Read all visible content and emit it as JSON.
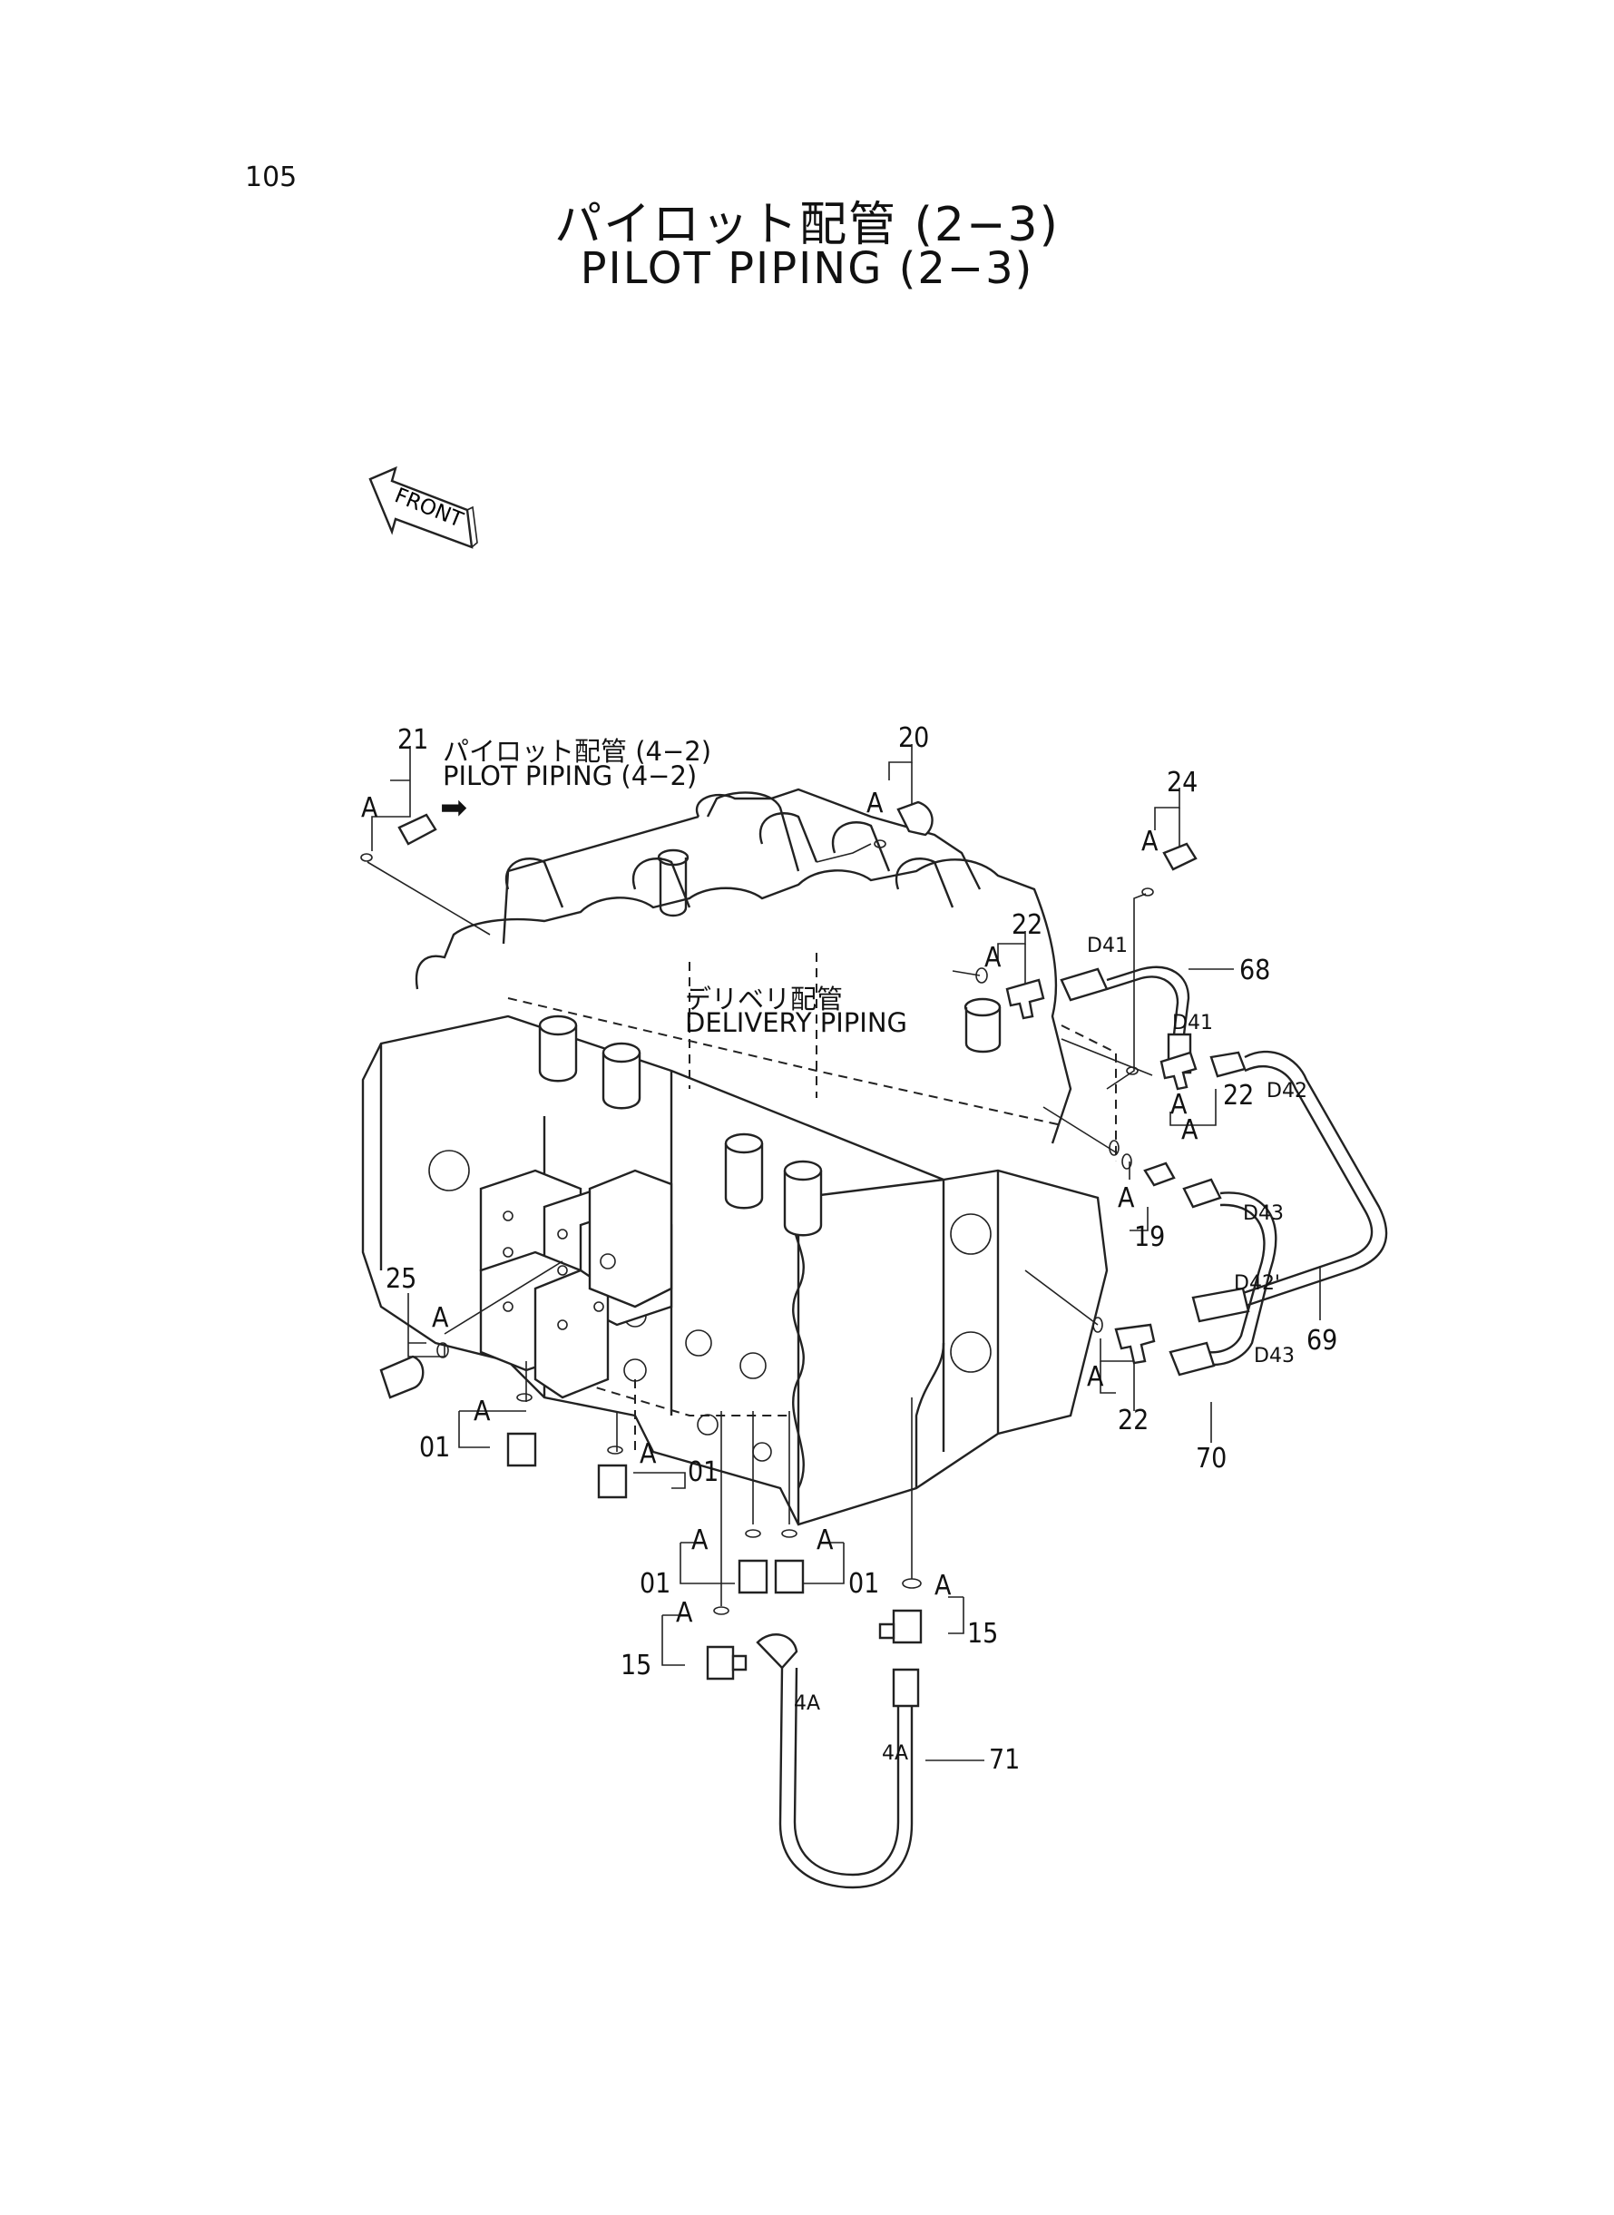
{
  "page_number": "105",
  "title_jp": "パイロット配管 (2−3)",
  "title_en": "PILOT PIPING (2−3)",
  "front_label": "FRONT",
  "notes": {
    "pilot_jp": "パイロット配管 (4−2)",
    "pilot_en": "PILOT PIPING (4−2)",
    "delivery_jp": "デリベリ配管",
    "delivery_en": "DELIVERY PIPING"
  },
  "callouts": {
    "p21": "21",
    "p20": "20",
    "p24": "24",
    "p22a": "22",
    "p68": "68",
    "p22b": "22",
    "p19": "19",
    "p69": "69",
    "p25": "25",
    "p22c": "22",
    "p70": "70",
    "p01a": "01",
    "p01b": "01",
    "p01c": "01",
    "p01d": "01",
    "p15a": "15",
    "p15b": "15",
    "p71": "71"
  },
  "marks": {
    "a1": "A",
    "a2": "A",
    "a3": "A",
    "a4": "A",
    "a5": "A",
    "a6": "A",
    "a7": "A",
    "a8": "A",
    "a9": "A",
    "a10": "A",
    "a11": "A",
    "a12": "A",
    "a13": "A",
    "a14": "A",
    "a15": "A"
  },
  "hose_codes": {
    "d41a": "D41",
    "d41b": "D41",
    "d42a": "D42",
    "d42b": "D42'",
    "d43a": "D43",
    "d43b": "D43",
    "h4a1": "4A",
    "h4a2": "4A"
  }
}
